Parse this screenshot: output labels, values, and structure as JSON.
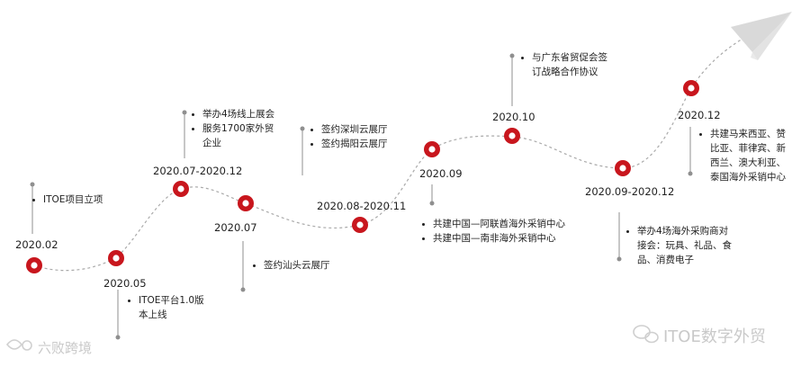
{
  "milestones": [
    {
      "date": "2020.02",
      "items": [
        "ITOE项目立项"
      ]
    },
    {
      "date": "2020.05",
      "items": [
        "ITOE平台1.0版",
        "本上线"
      ]
    },
    {
      "date": "2020.07-2020.12",
      "items": [
        "举办4场线上展会",
        "服务1700家外贸",
        "企业"
      ]
    },
    {
      "date": "2020.07",
      "items": [
        "签约汕头云展厅"
      ]
    },
    {
      "date": "2020.08-2020.11",
      "items": [
        "签约深圳云展厅",
        "签约揭阳云展厅"
      ]
    },
    {
      "date": "2020.09",
      "items": [
        "共建中国—阿联酋海外采销中心",
        "共建中国—南非海外采销中心"
      ]
    },
    {
      "date": "2020.10",
      "items": [
        "与广东省贸促会签",
        "订战略合作协议"
      ]
    },
    {
      "date": "2020.09-2020.12",
      "items": [
        "举办4场海外采购商对",
        "接会：玩具、礼品、食",
        "品、消费电子"
      ]
    },
    {
      "date": "2020.12",
      "items": [
        "共建马来西亚、赞",
        "比亚、菲律宾、新",
        "西兰、澳大利亚、",
        "泰国海外采销中心"
      ]
    }
  ],
  "watermarks": {
    "left": "六败跨境",
    "right": "ITOE数字外贸"
  },
  "colors": {
    "marker": "#c8161d",
    "path": "#aaaaaa",
    "stem": "#8f8f8f",
    "plane": "#d9d9d9"
  }
}
